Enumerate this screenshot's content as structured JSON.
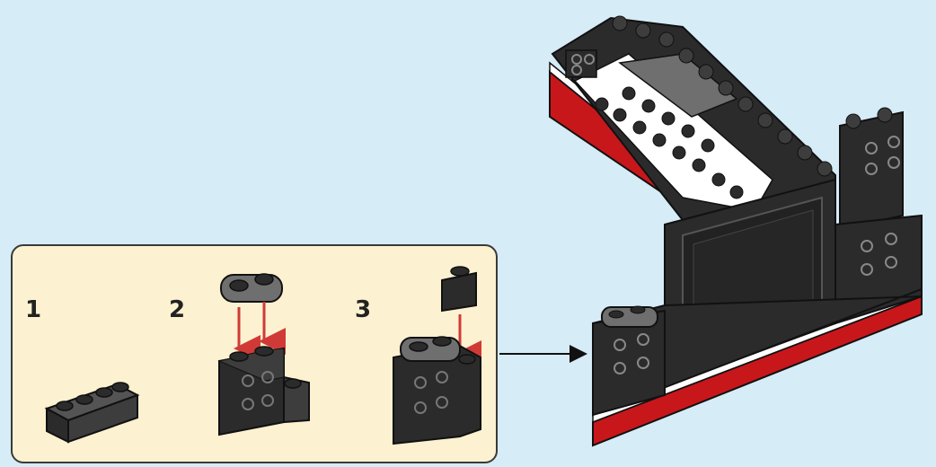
{
  "steps": [
    {
      "number": "1"
    },
    {
      "number": "2"
    },
    {
      "number": "3"
    }
  ],
  "colors": {
    "background": "#d6ecf7",
    "callout_fill": "#fcf1d0",
    "brick_dark": "#2b2b2b",
    "brick_mid": "#3d3d3d",
    "brick_light": "#545454",
    "plate_gray": "#6f6f6f",
    "accent_red": "#c8171b",
    "arrow_red": "#d03a36",
    "white": "#ffffff"
  }
}
